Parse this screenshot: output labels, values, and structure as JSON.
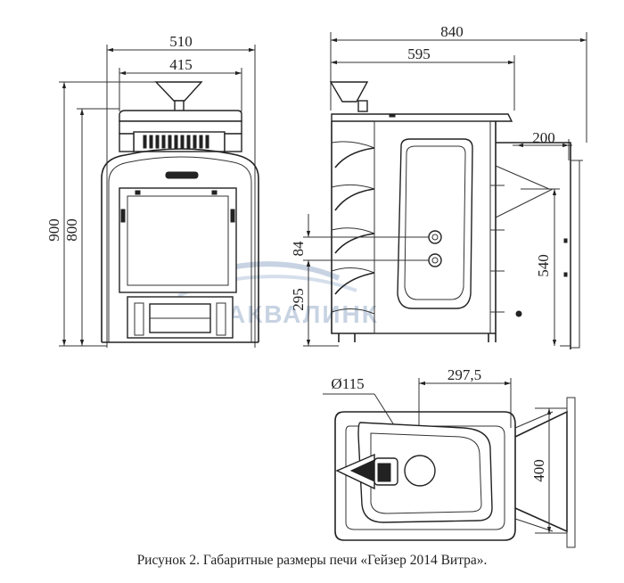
{
  "front_view": {
    "dim_width_outer": "510",
    "dim_width_inner": "415",
    "dim_height_total": "900",
    "dim_height_body": "800"
  },
  "side_view": {
    "dim_length_total": "840",
    "dim_length_body": "595",
    "dim_tank_offset": "200",
    "dim_pipe_spacing": "84",
    "dim_pipe_height": "295",
    "dim_tank_height": "540"
  },
  "top_view": {
    "dim_flue_diameter": "Ø115",
    "dim_flue_offset": "297,5",
    "dim_tank_width": "400"
  },
  "watermark": "АКВАЛИНК",
  "caption": "Рисунок 2. Габаритные размеры печи «Гейзер 2014 Витра».",
  "colors": {
    "ink": "#222222",
    "watermark": "#c7d3e2"
  }
}
